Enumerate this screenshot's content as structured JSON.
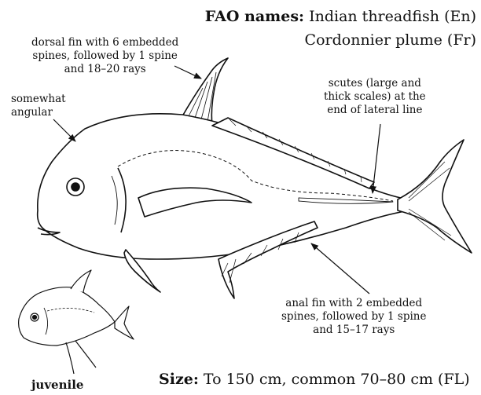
{
  "fao_names": {
    "label": "FAO names:",
    "english": "Indian threadfish (En)",
    "french": "Cordonnier plume (Fr)"
  },
  "annotations": {
    "dorsal": [
      "dorsal fin with 6 embedded",
      "spines, followed by 1 spine",
      "and 18–20 rays"
    ],
    "head": [
      "somewhat",
      "angular"
    ],
    "scutes": [
      "scutes (large and",
      "thick scales) at the",
      "end of lateral line"
    ],
    "anal": [
      "anal fin with 2 embedded",
      "spines, followed by 1 spine",
      "and 15–17 rays"
    ]
  },
  "juvenile_label": "juvenile",
  "size": {
    "label": "Size:",
    "text": "To 150 cm, common 70–80 cm (FL)"
  }
}
